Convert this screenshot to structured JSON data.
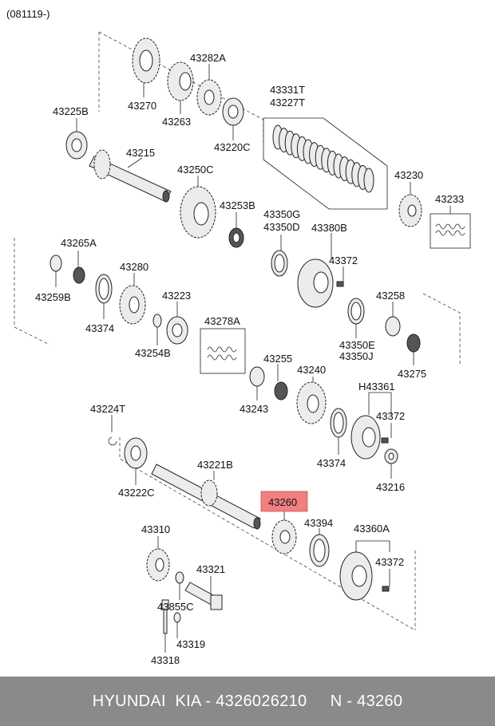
{
  "diagram": {
    "version_code": "(081119-)",
    "highlighted_part": "43260",
    "highlight_color": "#f08080",
    "labels": {
      "p43282A": "43282A",
      "p43270": "43270",
      "p43263": "43263",
      "p43331T": "43331T",
      "p43227T": "43227T",
      "p43225B": "43225B",
      "p43220C": "43220C",
      "p43215": "43215",
      "p43250C": "43250C",
      "p43230": "43230",
      "p43253B": "43253B",
      "p43350G": "43350G",
      "p43350D": "43350D",
      "p43233": "43233",
      "p43380B": "43380B",
      "p43265A": "43265A",
      "p43372a": "43372",
      "p43280": "43280",
      "p43259B": "43259B",
      "p43223": "43223",
      "p43258": "43258",
      "p43374a": "43374",
      "p43350E": "43350E",
      "p43350J": "43350J",
      "p43278A": "43278A",
      "p43254B": "43254B",
      "p43255": "43255",
      "p43275": "43275",
      "p43240": "43240",
      "pH43361": "H43361",
      "p43243": "43243",
      "p43224T": "43224T",
      "p43372b": "43372",
      "p43221B": "43221B",
      "p43374b": "43374",
      "p43216": "43216",
      "p43222C": "43222C",
      "p43260": "43260",
      "p43394": "43394",
      "p43360A": "43360A",
      "p43310": "43310",
      "p43321": "43321",
      "p43372c": "43372",
      "p43855C": "43855C",
      "p43319": "43319",
      "p43318": "43318"
    }
  },
  "footer": {
    "text": "HYUNDAI  KIA - 4326026210     N - 43260"
  }
}
